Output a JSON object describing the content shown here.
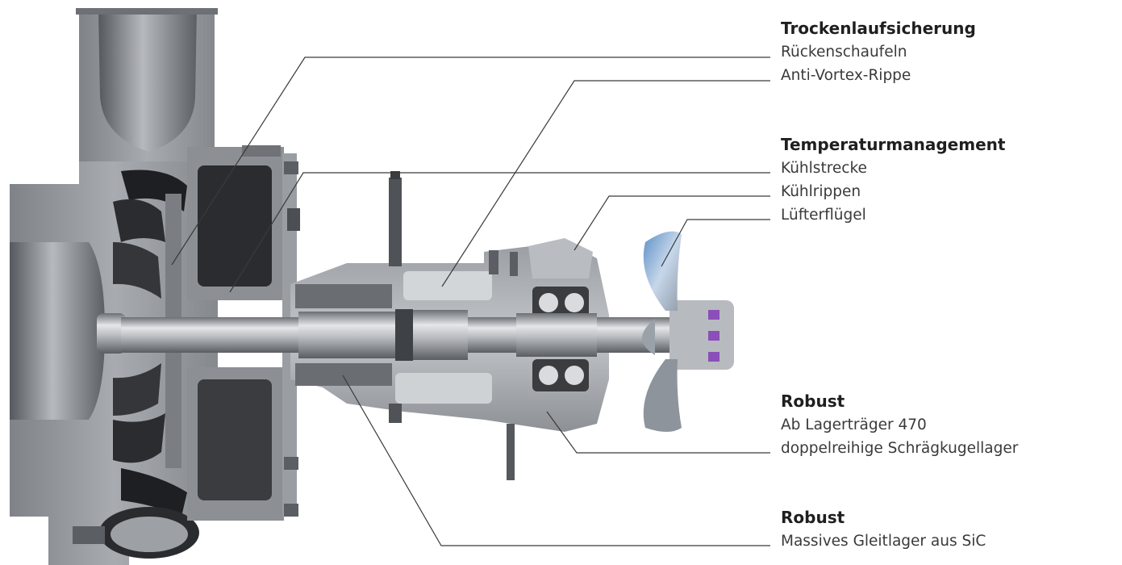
{
  "callouts": [
    {
      "heading": "Trockenlaufsicherung",
      "items": [
        "Rückenschaufeln",
        "Anti-Vortex-Rippe"
      ]
    },
    {
      "heading": "Temperaturmanagement",
      "items": [
        "Kühlstrecke",
        "Kühlrippen",
        "Lüfterflügel"
      ]
    },
    {
      "heading": "Robust",
      "items": [
        "Ab Lagerträger 470",
        "doppelreihige Schrägkugellager"
      ]
    },
    {
      "heading": "Robust",
      "items": [
        "Massives Gleitlager aus SiC"
      ]
    }
  ],
  "colors": {
    "leader_line": "#3a3a3a",
    "steel_dark": "#5e6166",
    "steel_mid": "#8a8e94",
    "steel_light": "#c9ccd0",
    "cavity": "#1e1f22",
    "accent_purple": "#8a4fb8",
    "fan_blue": "#6f9fd2"
  }
}
